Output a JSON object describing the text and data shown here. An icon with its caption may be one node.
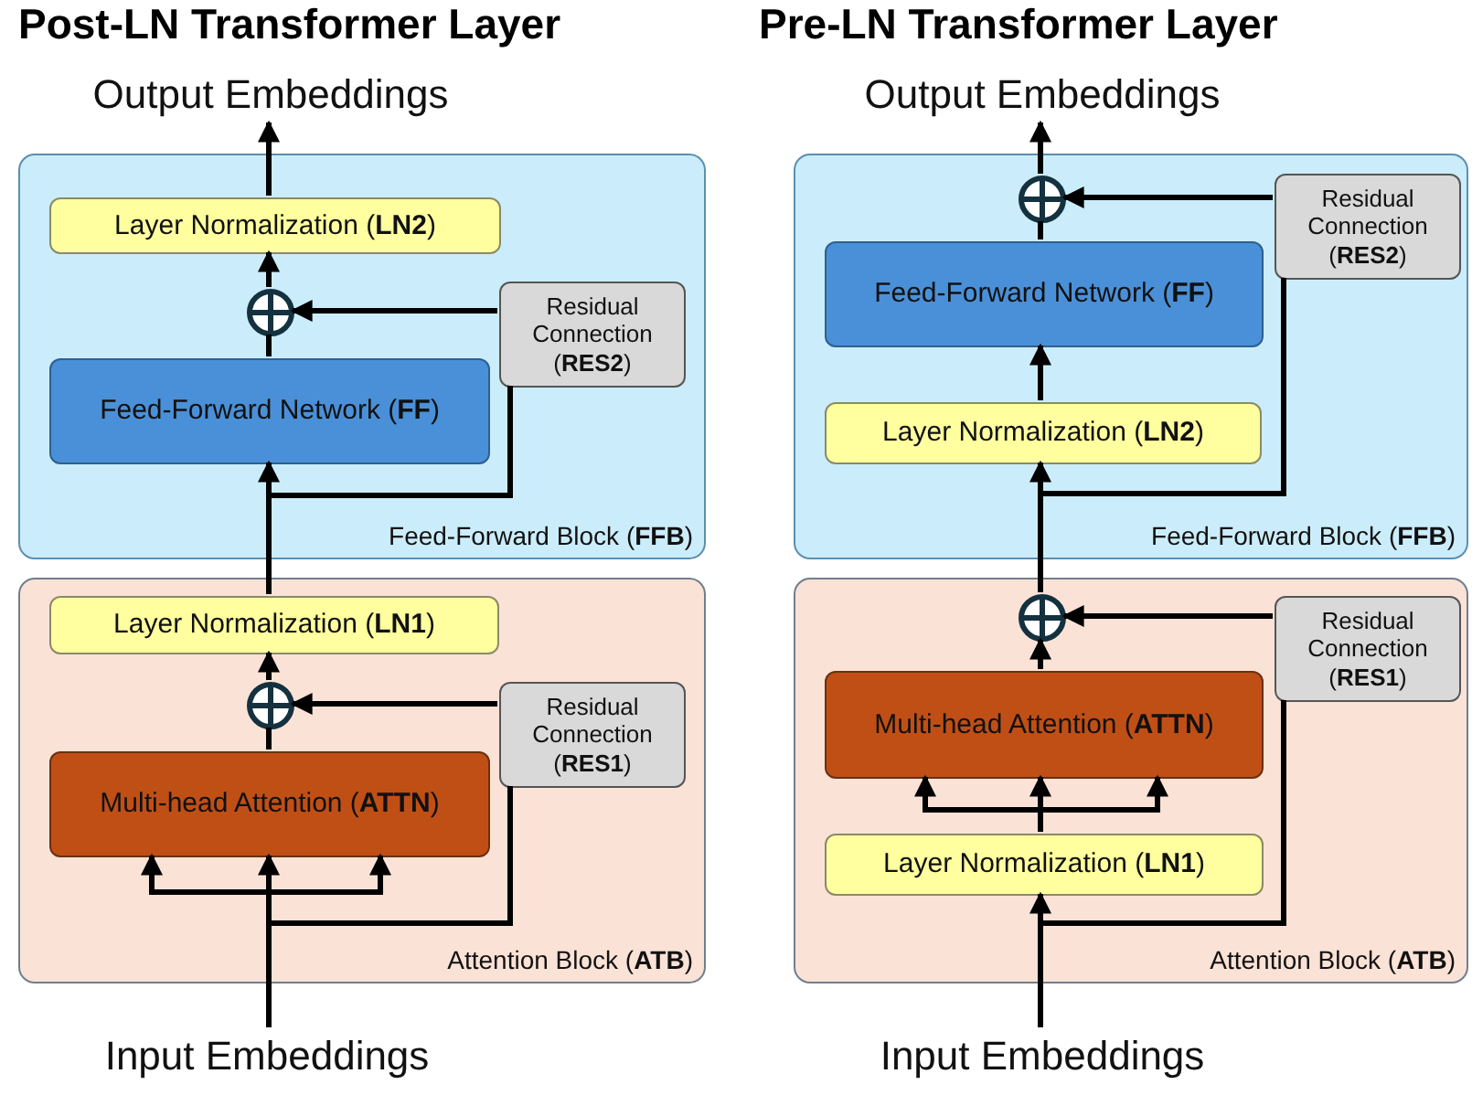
{
  "diagram": {
    "nodes": [
      {
        "text": [
          "Output Embeddings"
        ]
      },
      {
        "text": [
          "Feed-Forward Block (**FFB**)"
        ]
      },
      {
        "text": [
          "Layer Normalization (**LN2**)"
        ],
        "in": 1
      },
      {
        "text": [],
        "shape": "circle",
        "in": 1
      },
      {
        "text": [
          "Residual Connection (**RES2**)"
        ],
        "in": 1
      },
      {
        "text": [
          "Feed-Forward Network (**FF**)"
        ],
        "in": 1
      },
      {
        "text": [
          "Attention Block (**ATB**)"
        ]
      },
      {
        "text": [
          "Layer Normalization (**LN1**)"
        ],
        "in": 6
      },
      {
        "text": [],
        "shape": "circle",
        "in": 6
      },
      {
        "text": [
          "Residual Connection (**RES1**)"
        ],
        "in": 6
      },
      {
        "text": [
          "Multi-head Attention (**ATTN**)"
        ],
        "in": 6
      },
      {
        "text": [
          "Input Embeddings"
        ]
      },
      {
        "text": [
          "Output Embeddings"
        ]
      },
      {
        "text": [
          "Feed-Forward Block (**FFB**)"
        ]
      },
      {
        "text": [],
        "shape": "circle",
        "in": 13
      },
      {
        "text": [
          "Residual Connection (**RES2**)"
        ],
        "in": 13
      },
      {
        "text": [
          "Feed-Forward Network (**FF**)"
        ],
        "in": 13
      },
      {
        "text": [
          "Layer Normalization (**LN2**)"
        ],
        "in": 13
      },
      {
        "text": [
          "Attention Block (**ATB**)"
        ]
      },
      {
        "text": [],
        "shape": "circle",
        "in": 18
      },
      {
        "text": [
          "Residual Connection (**RES1**)"
        ],
        "in": 18
      },
      {
        "text": [
          "Multi-head Attention (**ATTN**)"
        ],
        "in": 18
      },
      {
        "text": [
          "Layer Normalization (**LN1**)"
        ],
        "in": 18
      },
      {
        "text": [
          "Input Embeddings"
        ]
      }
    ],
    "edges": [
      {
        "from": 7,
        "to": 5,
        "arrow": "to"
      },
      {
        "from": 7,
        "to": 4,
        "arrow": "none"
      },
      {
        "from": 5,
        "to": 3,
        "arrow": "none"
      },
      {
        "from": 4,
        "to": 3,
        "arrow": "to"
      },
      {
        "from": 3,
        "to": 2,
        "arrow": "to"
      },
      {
        "from": 2,
        "to": 0,
        "arrow": "to"
      },
      {
        "from": 11,
        "to": 10,
        "arrow": "to"
      },
      {
        "from": 11,
        "to": 10,
        "arrow": "to"
      },
      {
        "from": 11,
        "to": 10,
        "arrow": "to"
      },
      {
        "from": 11,
        "to": 9,
        "arrow": "none"
      },
      {
        "from": 10,
        "to": 8,
        "arrow": "none"
      },
      {
        "from": 9,
        "to": 8,
        "arrow": "to"
      },
      {
        "from": 8,
        "to": 7,
        "arrow": "to"
      },
      {
        "from": 14,
        "to": 12,
        "arrow": "to"
      },
      {
        "from": 15,
        "to": 14,
        "arrow": "to"
      },
      {
        "from": 16,
        "to": 14,
        "arrow": "none"
      },
      {
        "from": 17,
        "to": 16,
        "arrow": "to"
      },
      {
        "from": 19,
        "to": 17,
        "arrow": "to"
      },
      {
        "from": 19,
        "to": 15,
        "arrow": "none"
      },
      {
        "from": 21,
        "to": 19,
        "arrow": "to"
      },
      {
        "from": 20,
        "to": 19,
        "arrow": "to"
      },
      {
        "from": 22,
        "to": 21,
        "arrow": "to"
      },
      {
        "from": 22,
        "to": 21,
        "arrow": "to"
      },
      {
        "from": 22,
        "to": 21,
        "arrow": "to"
      },
      {
        "from": 23,
        "to": 22,
        "arrow": "to"
      },
      {
        "from": 23,
        "to": 20,
        "arrow": "none"
      }
    ],
    "labels": [
      "Post-LN Transformer Layer",
      "Pre-LN Transformer Layer"
    ]
  }
}
